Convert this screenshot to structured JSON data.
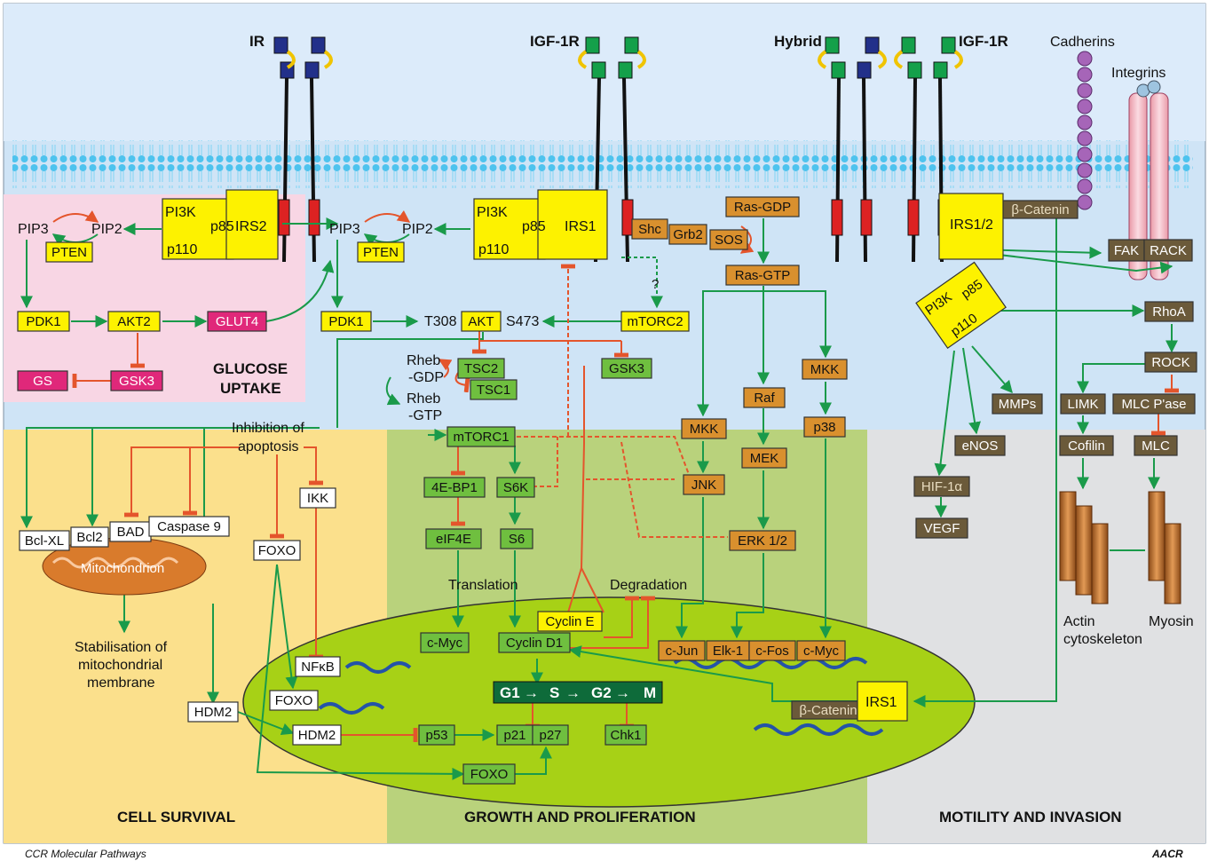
{
  "sections": {
    "glucose_uptake_1": "GLUCOSE",
    "glucose_uptake_2": "UPTAKE",
    "cell_survival": "CELL SURVIVAL",
    "growth": "GROWTH AND PROLIFERATION",
    "motility": "MOTILITY AND INVASION"
  },
  "receptors": {
    "ir": "IR",
    "igf1r_center": "IGF-1R",
    "hybrid": "Hybrid",
    "igf1r_right": "IGF-1R",
    "cadherins": "Cadherins",
    "integrins": "Integrins"
  },
  "nodes": {
    "pip3_l": "PIP3",
    "pip2_l": "PIP2",
    "pten_l": "PTEN",
    "pi3k_l": "PI3K",
    "p85_l": "p85",
    "p110_l": "p110",
    "irs2": "IRS2",
    "pip3_c": "PIP3",
    "pip2_c": "PIP2",
    "pten_c": "PTEN",
    "pi3k_c": "PI3K",
    "p85_c": "p85",
    "p110_c": "p110",
    "irs1": "IRS1",
    "shc": "Shc",
    "grb2": "Grb2",
    "sos": "SOS",
    "ras_gdp": "Ras-GDP",
    "ras_gtp": "Ras-GTP",
    "irs12": "IRS1/2",
    "bcat_top": "β-Catenin",
    "fak": "FAK",
    "rack": "RACK",
    "pi3k_r": "PI3K",
    "p85_r": "p85",
    "p110_r": "p110",
    "pdk1_l": "PDK1",
    "akt2": "AKT2",
    "glut4": "GLUT4",
    "gs": "GS",
    "gsk3_l": "GSK3",
    "pdk1_c": "PDK1",
    "t308": "T308",
    "akt": "AKT",
    "s473": "S473",
    "mtorc2": "mTORC2",
    "q": "?",
    "rheb_gdp1": "Rheb",
    "rheb_gdp2": "-GDP",
    "rheb_gtp1": "Rheb",
    "rheb_gtp2": "-GTP",
    "tsc2": "TSC2",
    "tsc1": "TSC1",
    "gsk3_c": "GSK3",
    "mtorc1": "mTORC1",
    "ebp1": "4E-BP1",
    "s6k": "S6K",
    "eif4e": "eIF4E",
    "s6": "S6",
    "translation": "Translation",
    "degradation": "Degradation",
    "cyclin_e": "Cyclin E",
    "cyclin_d1": "Cyclin D1",
    "cmyc_l": "c-Myc",
    "mkk1": "MKK",
    "mkk2": "MKK",
    "jnk": "JNK",
    "raf": "Raf",
    "mek": "MEK",
    "erk": "ERK 1/2",
    "p38": "p38",
    "cjun": "c-Jun",
    "elk1": "Elk-1",
    "cfos": "c-Fos",
    "cmyc_r": "c-Myc",
    "rhoa": "RhoA",
    "rock": "ROCK",
    "mmps": "MMPs",
    "limk": "LIMK",
    "mlcpase": "MLC P'ase",
    "enos": "eNOS",
    "cofilin": "Cofilin",
    "mlc": "MLC",
    "hif": "HIF-1α",
    "vegf": "VEGF",
    "actin1": "Actin",
    "actin2": "cytoskeleton",
    "myosin": "Myosin",
    "inh1": "Inhibition of",
    "inh2": "apoptosis",
    "bclxl": "Bcl-XL",
    "bcl2": "Bcl2",
    "bad": "BAD",
    "casp9": "Caspase 9",
    "mito": "Mitochondrion",
    "ikk": "IKK",
    "foxo1": "FOXO",
    "stab1": "Stabilisation of",
    "stab2": "mitochondrial",
    "stab3": "membrane",
    "nfkb": "NFκB",
    "foxo2": "FOXO",
    "hdm2_1": "HDM2",
    "hdm2_2": "HDM2",
    "p53": "p53",
    "p21": "p21",
    "p27": "p27",
    "chk1": "Chk1",
    "foxo3": "FOXO",
    "bcat_bot": "β-Catenin",
    "irs1_bot": "IRS1",
    "cc_g1": "G1",
    "cc_s": "S",
    "cc_g2": "G2",
    "cc_m": "M"
  },
  "footer": {
    "caption": "CCR Molecular Pathways",
    "logo": "AACR"
  },
  "colors": {
    "yellow": "#fdf200",
    "green_box": "#6fbf3f",
    "orange_box": "#d9902e",
    "pink_box": "#e0287a",
    "brown_box": "#6b5a3a",
    "arrow_green": "#1a9a4a",
    "arrow_red": "#e4552c"
  }
}
